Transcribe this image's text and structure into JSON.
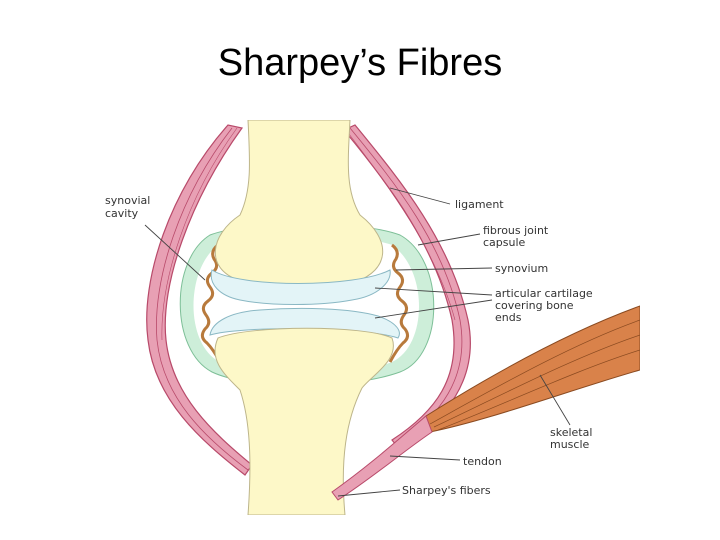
{
  "slide": {
    "title": "Sharpey’s Fibres"
  },
  "diagram": {
    "labels": {
      "synovial_cavity_line1": "synovial",
      "synovial_cavity_line2": "cavity",
      "ligament": "ligament",
      "fibrous_capsule_line1": "fibrous joint",
      "fibrous_capsule_line2": "capsule",
      "synovium": "synovium",
      "cartilage_line1": "articular cartilage",
      "cartilage_line2": "covering bone",
      "cartilage_line3": "ends",
      "muscle_line1": "skeletal",
      "muscle_line2": "muscle",
      "tendon": "tendon",
      "sharpeys_fibers": "Sharpey's fibers"
    }
  },
  "colors": {
    "bone": "#fdf8c8",
    "cartilage": "#e3f4f7",
    "capsule": "#cdeed9",
    "synovium": "#b87a3c",
    "ligament": "#e8a0b4",
    "ligament_stroke": "#b84a6a",
    "muscle": "#d9824a",
    "muscle_stroke": "#8a4a20"
  }
}
